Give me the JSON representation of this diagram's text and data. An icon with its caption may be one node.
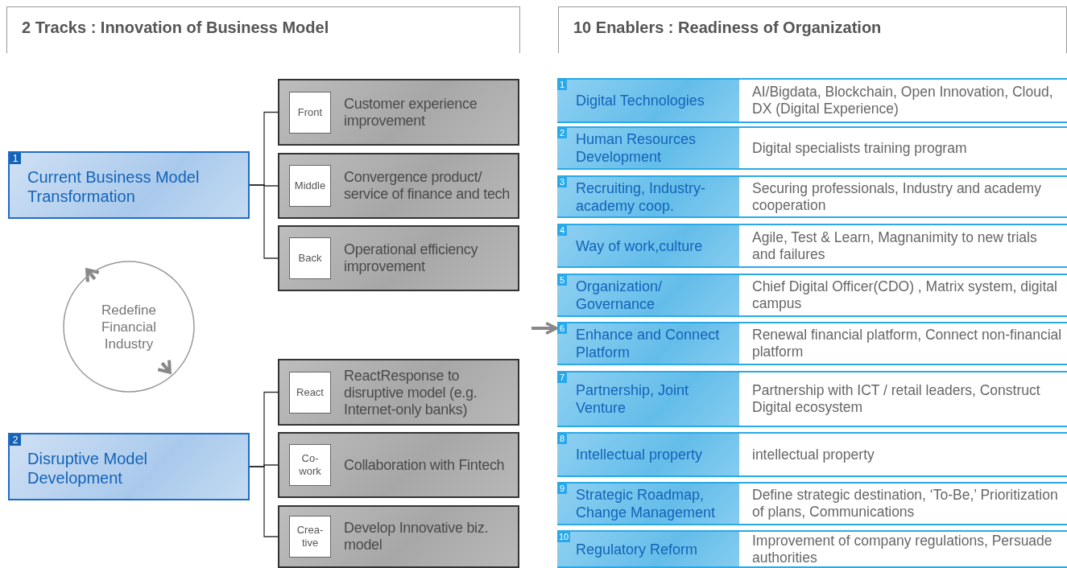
{
  "diagram": {
    "nodes": [
      {
        "text": [
          "2 Tracks : Innovation of Business Model"
        ]
      },
      {
        "text": [
          "1",
          "Current Business Model Transformation"
        ]
      },
      {
        "text": [
          "Customer experience improvement"
        ]
      },
      {
        "text": [
          "Front"
        ],
        "in": 2
      },
      {
        "text": [
          "Convergence product/ service of finance and tech"
        ]
      },
      {
        "text": [
          "Middle"
        ],
        "in": 4
      },
      {
        "text": [
          "Operational efficiency improvement"
        ]
      },
      {
        "text": [
          "Back"
        ],
        "in": 6
      },
      {
        "text": [
          "Redefine Financial Industry"
        ]
      },
      {
        "text": [
          "2",
          "Disruptive Model Development"
        ]
      },
      {
        "text": [
          "ReactResponse to disruptive model (e.g. Internet-only banks)"
        ]
      },
      {
        "text": [
          "React"
        ],
        "in": 10
      },
      {
        "text": [
          "Collaboration with Fintech"
        ]
      },
      {
        "text": [
          "Co- work"
        ],
        "in": 12
      },
      {
        "text": [
          "Develop Innovative biz. model"
        ]
      },
      {
        "text": [
          "Crea- tive"
        ],
        "in": 14
      },
      {
        "text": [
          "10 Enablers : Readiness of Organization"
        ]
      },
      {
        "text": [
          "1",
          "Digital Technologies",
          "AI/Bigdata, Blockchain, Open Innovation, Cloud, DX (Digital Experience)"
        ]
      },
      {
        "text": [
          "2",
          "Human Resources Development",
          "Digital specialists training program"
        ]
      },
      {
        "text": [
          "3",
          "Recruiting, Industry-academy coop.",
          "Securing professionals, Industry and academy cooperation"
        ]
      },
      {
        "text": [
          "4",
          "Way of work,culture",
          "Agile, Test & Learn, Magnanimity to new trials and failures"
        ]
      },
      {
        "text": [
          "5",
          "Organization/ Governance",
          "Chief Digital Officer(CDO) , Matrix system, digital campus"
        ]
      },
      {
        "text": [
          "6",
          "Enhance and Connect Platform",
          "Renewal financial platform, Connect non-financial platform"
        ]
      },
      {
        "text": [
          "7",
          "Partnership, Joint Venture",
          "Partnership with ICT / retail leaders, Construct Digital ecosystem"
        ]
      },
      {
        "text": [
          "8",
          "Intellectual property",
          "intellectual property"
        ]
      },
      {
        "text": [
          "9",
          "Strategic Roadmap, Change Management",
          "Define strategic destination, ‘To-Be,’ Prioritization of plans, Communications"
        ]
      },
      {
        "text": [
          "10",
          "Regulatory Reform",
          "Improvement of company regulations, Persuade authorities"
        ]
      }
    ],
    "edges": [
      {
        "from": 1,
        "to": 2,
        "arrow": "none"
      },
      {
        "from": 1,
        "to": 4,
        "arrow": "none"
      },
      {
        "from": 1,
        "to": 6,
        "arrow": "none"
      },
      {
        "from": 9,
        "to": 10,
        "arrow": "none"
      },
      {
        "from": 9,
        "to": 12,
        "arrow": "none"
      },
      {
        "from": 9,
        "to": 14,
        "arrow": "none"
      },
      {
        "from": null,
        "to": 22,
        "arrow": "to",
        "style": "thick",
        "color": "#888888"
      }
    ]
  }
}
